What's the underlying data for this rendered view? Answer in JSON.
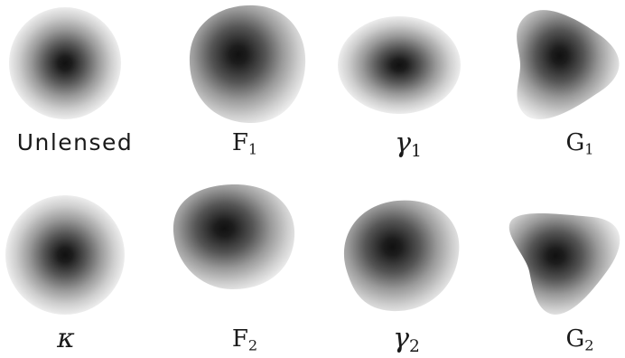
{
  "panels": [
    {
      "id": "unlensed",
      "label": "Unlensed",
      "sub": "",
      "style": "sans"
    },
    {
      "id": "F1",
      "label": "F",
      "sub": "1",
      "style": "serif"
    },
    {
      "id": "gamma1",
      "label": "γ",
      "sub": "1",
      "style": "greek"
    },
    {
      "id": "G1",
      "label": "G",
      "sub": "1",
      "style": "serif"
    },
    {
      "id": "kappa",
      "label": "κ",
      "sub": "",
      "style": "greek"
    },
    {
      "id": "F2",
      "label": "F",
      "sub": "2",
      "style": "serif"
    },
    {
      "id": "gamma2",
      "label": "γ",
      "sub": "2",
      "style": "greek"
    },
    {
      "id": "G2",
      "label": "G",
      "sub": "2",
      "style": "serif"
    }
  ],
  "colors": {
    "core": "#111111",
    "halo": "#ededed",
    "background": "#ffffff"
  }
}
